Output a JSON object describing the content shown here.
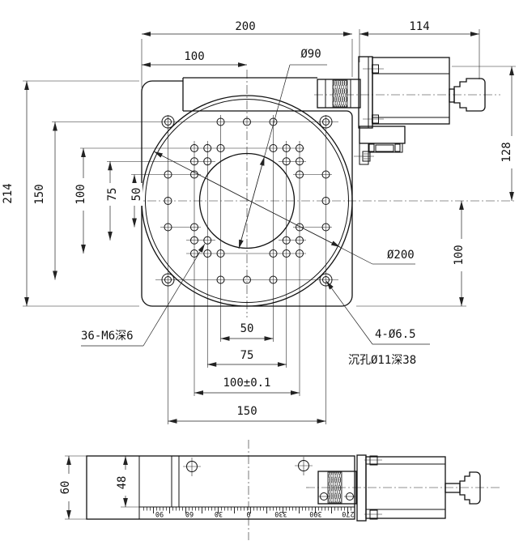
{
  "top_view": {
    "width_total": "200",
    "width_half": "100",
    "motor_length": "114",
    "height_total": "214",
    "holes_150": "150",
    "holes_100": "100",
    "holes_75": "75",
    "holes_50": "50",
    "motor_height": "128",
    "center_to_edge": "100",
    "bottom_50": "50",
    "bottom_75": "75",
    "bottom_100_tol": "100±0.1",
    "bottom_150": "150",
    "table_diameter": "Ø200",
    "bore_diameter": "Ø90",
    "thread_holes_label": "36-M6深6",
    "corner_holes_label": "4-Ø6.5",
    "counterbore_label": "沉孔Ø11深38"
  },
  "side_view": {
    "height_total": "60",
    "height_base": "48",
    "scale_numbers": [
      "90",
      "60",
      "30",
      "0",
      "330",
      "300",
      "270"
    ]
  }
}
